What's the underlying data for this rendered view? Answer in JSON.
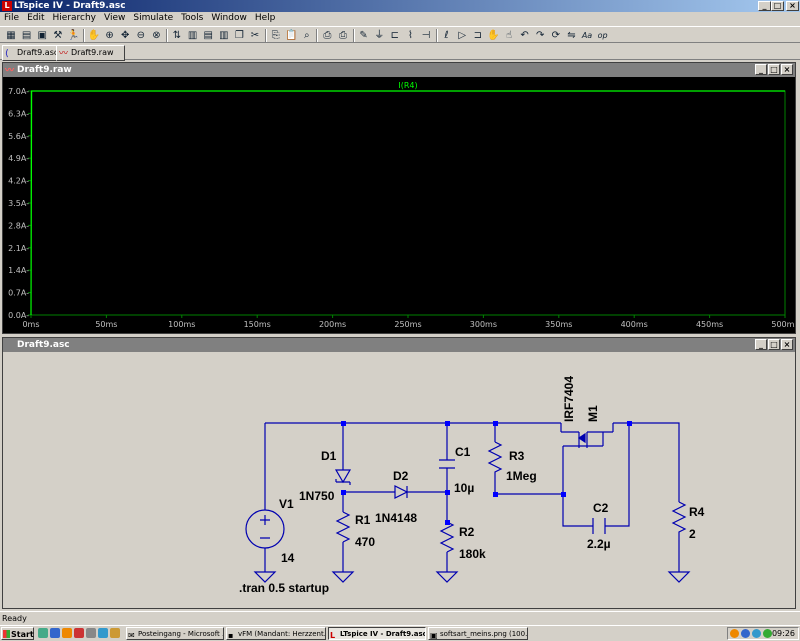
{
  "app": {
    "title": "LTspice IV - Draft9.asc",
    "min": "_",
    "max": "□",
    "close": "×"
  },
  "menu": [
    "File",
    "Edit",
    "Hierarchy",
    "View",
    "Simulate",
    "Tools",
    "Window",
    "Help"
  ],
  "toolbar": {
    "icons": [
      "new-schematic-icon",
      "open-icon",
      "save-icon",
      "control-panel-icon",
      "run-icon",
      "halt-icon",
      "zoom-in-icon",
      "pan-icon",
      "zoom-out-icon",
      "zoom-fit-icon",
      "autorange-icon",
      "fft-icon",
      "tile-horizontal-icon",
      "tile-vertical-icon",
      "cascade-icon",
      "cut-icon",
      "copy-icon",
      "paste-icon",
      "find-icon",
      "print-preview-icon",
      "print-icon",
      "draw-wire-icon",
      "ground-icon",
      "label-net-icon",
      "resistor-icon",
      "capacitor-icon",
      "inductor-icon",
      "diode-icon",
      "component-icon",
      "move-icon",
      "drag-icon",
      "undo-icon",
      "redo-icon",
      "rotate-icon",
      "mirror-icon",
      "text-icon",
      "spice-directive-icon"
    ]
  },
  "tabs": [
    {
      "label": "Draft9.asc",
      "icon": "schematic-icon"
    },
    {
      "label": "Draft9.raw",
      "icon": "waveform-icon"
    }
  ],
  "plot_window": {
    "title": "Draft9.raw"
  },
  "schematic_window": {
    "title": "Draft9.asc"
  },
  "chart_data": {
    "type": "line",
    "title": "",
    "xlabel": "",
    "ylabel": "",
    "series": [
      {
        "name": "I(R4)",
        "color": "#00ff00",
        "x": [
          "0ms",
          "0.4ms",
          "1ms",
          "10ms",
          "50ms",
          "100ms",
          "150ms",
          "200ms",
          "250ms",
          "300ms",
          "350ms",
          "400ms",
          "450ms",
          "500ms"
        ],
        "values": [
          0.0,
          7.0,
          7.0,
          7.0,
          7.0,
          7.0,
          7.0,
          7.0,
          7.0,
          7.0,
          7.0,
          7.0,
          7.0,
          7.0
        ]
      }
    ],
    "ylim": [
      0.0,
      7.0
    ],
    "xlim": [
      0,
      500
    ],
    "yticks": [
      "0.0A-",
      "0.7A-",
      "1.4A-",
      "2.1A-",
      "2.8A-",
      "3.5A-",
      "4.2A-",
      "4.9A-",
      "5.6A-",
      "6.3A-",
      "7.0A-"
    ],
    "xticks": [
      "0ms",
      "50ms",
      "100ms",
      "150ms",
      "200ms",
      "250ms",
      "300ms",
      "350ms",
      "400ms",
      "450ms",
      "500ms"
    ],
    "grid": false,
    "axis_color": "#008000",
    "background": "#000000"
  },
  "schematic": {
    "labels": {
      "d1": "D1",
      "d1_val": "1N750",
      "d2": "D2",
      "d2_val": "1N4148",
      "c1": "C1",
      "c1_val": "10µ",
      "r3": "R3",
      "r3_val": "1Meg",
      "m1": "M1",
      "m1_val": "IRF7404",
      "v1": "V1",
      "v1_val": "14",
      "r1": "R1",
      "r1_val": "470",
      "r2": "R2",
      "r2_val": "180k",
      "c2": "C2",
      "c2_val": "2.2µ",
      "r4": "R4",
      "r4_val": "2",
      "directive": ".tran 0.5 startup"
    },
    "wire_color": "#0000b0",
    "junction_color": "#0000ff"
  },
  "status": {
    "text": "Ready"
  },
  "taskbar": {
    "start": "Start",
    "tasks": [
      {
        "label": "Posteingang - Microsoft ...",
        "active": false
      },
      {
        "label": "vFM (Mandant: Herzzent...",
        "active": false
      },
      {
        "label": "LTspice IV - Draft9.asc",
        "active": true
      },
      {
        "label": "softsart_meins.png (100...",
        "active": false
      }
    ],
    "clock": "09:26"
  }
}
